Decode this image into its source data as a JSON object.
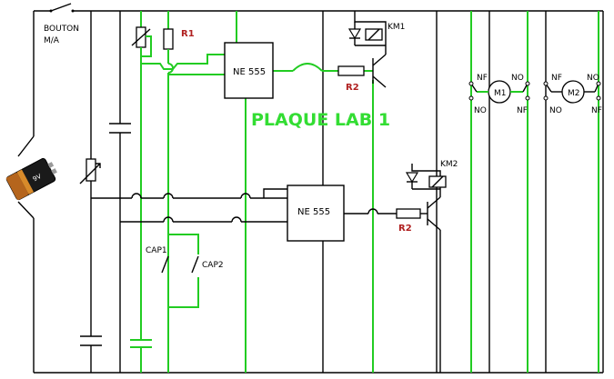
{
  "title": "PLAQUE LAB 1",
  "labels": {
    "switch": [
      "BOUTON",
      "M/A"
    ],
    "r1": "R1",
    "r2_top": "R2",
    "r2_bottom": "R2",
    "timer_top": "NE 555",
    "timer_bottom": "NE 555",
    "km1": "KM1",
    "km2": "KM2",
    "cap1": "CAP1",
    "cap2": "CAP2",
    "motor1": "M1",
    "motor2": "M2",
    "m1_nf_left": "NF",
    "m1_no_right": "NO",
    "m1_no_left": "NO",
    "m1_nf_right": "NF",
    "m2_nf_left": "NF",
    "m2_no_right": "NO",
    "m2_no_left": "NO",
    "m2_nf_right": "NF",
    "battery": "9V"
  },
  "colors": {
    "wire": "#000000",
    "green_wire": "#22cc22",
    "title": "#33dd33",
    "component_label": "#b02020"
  }
}
